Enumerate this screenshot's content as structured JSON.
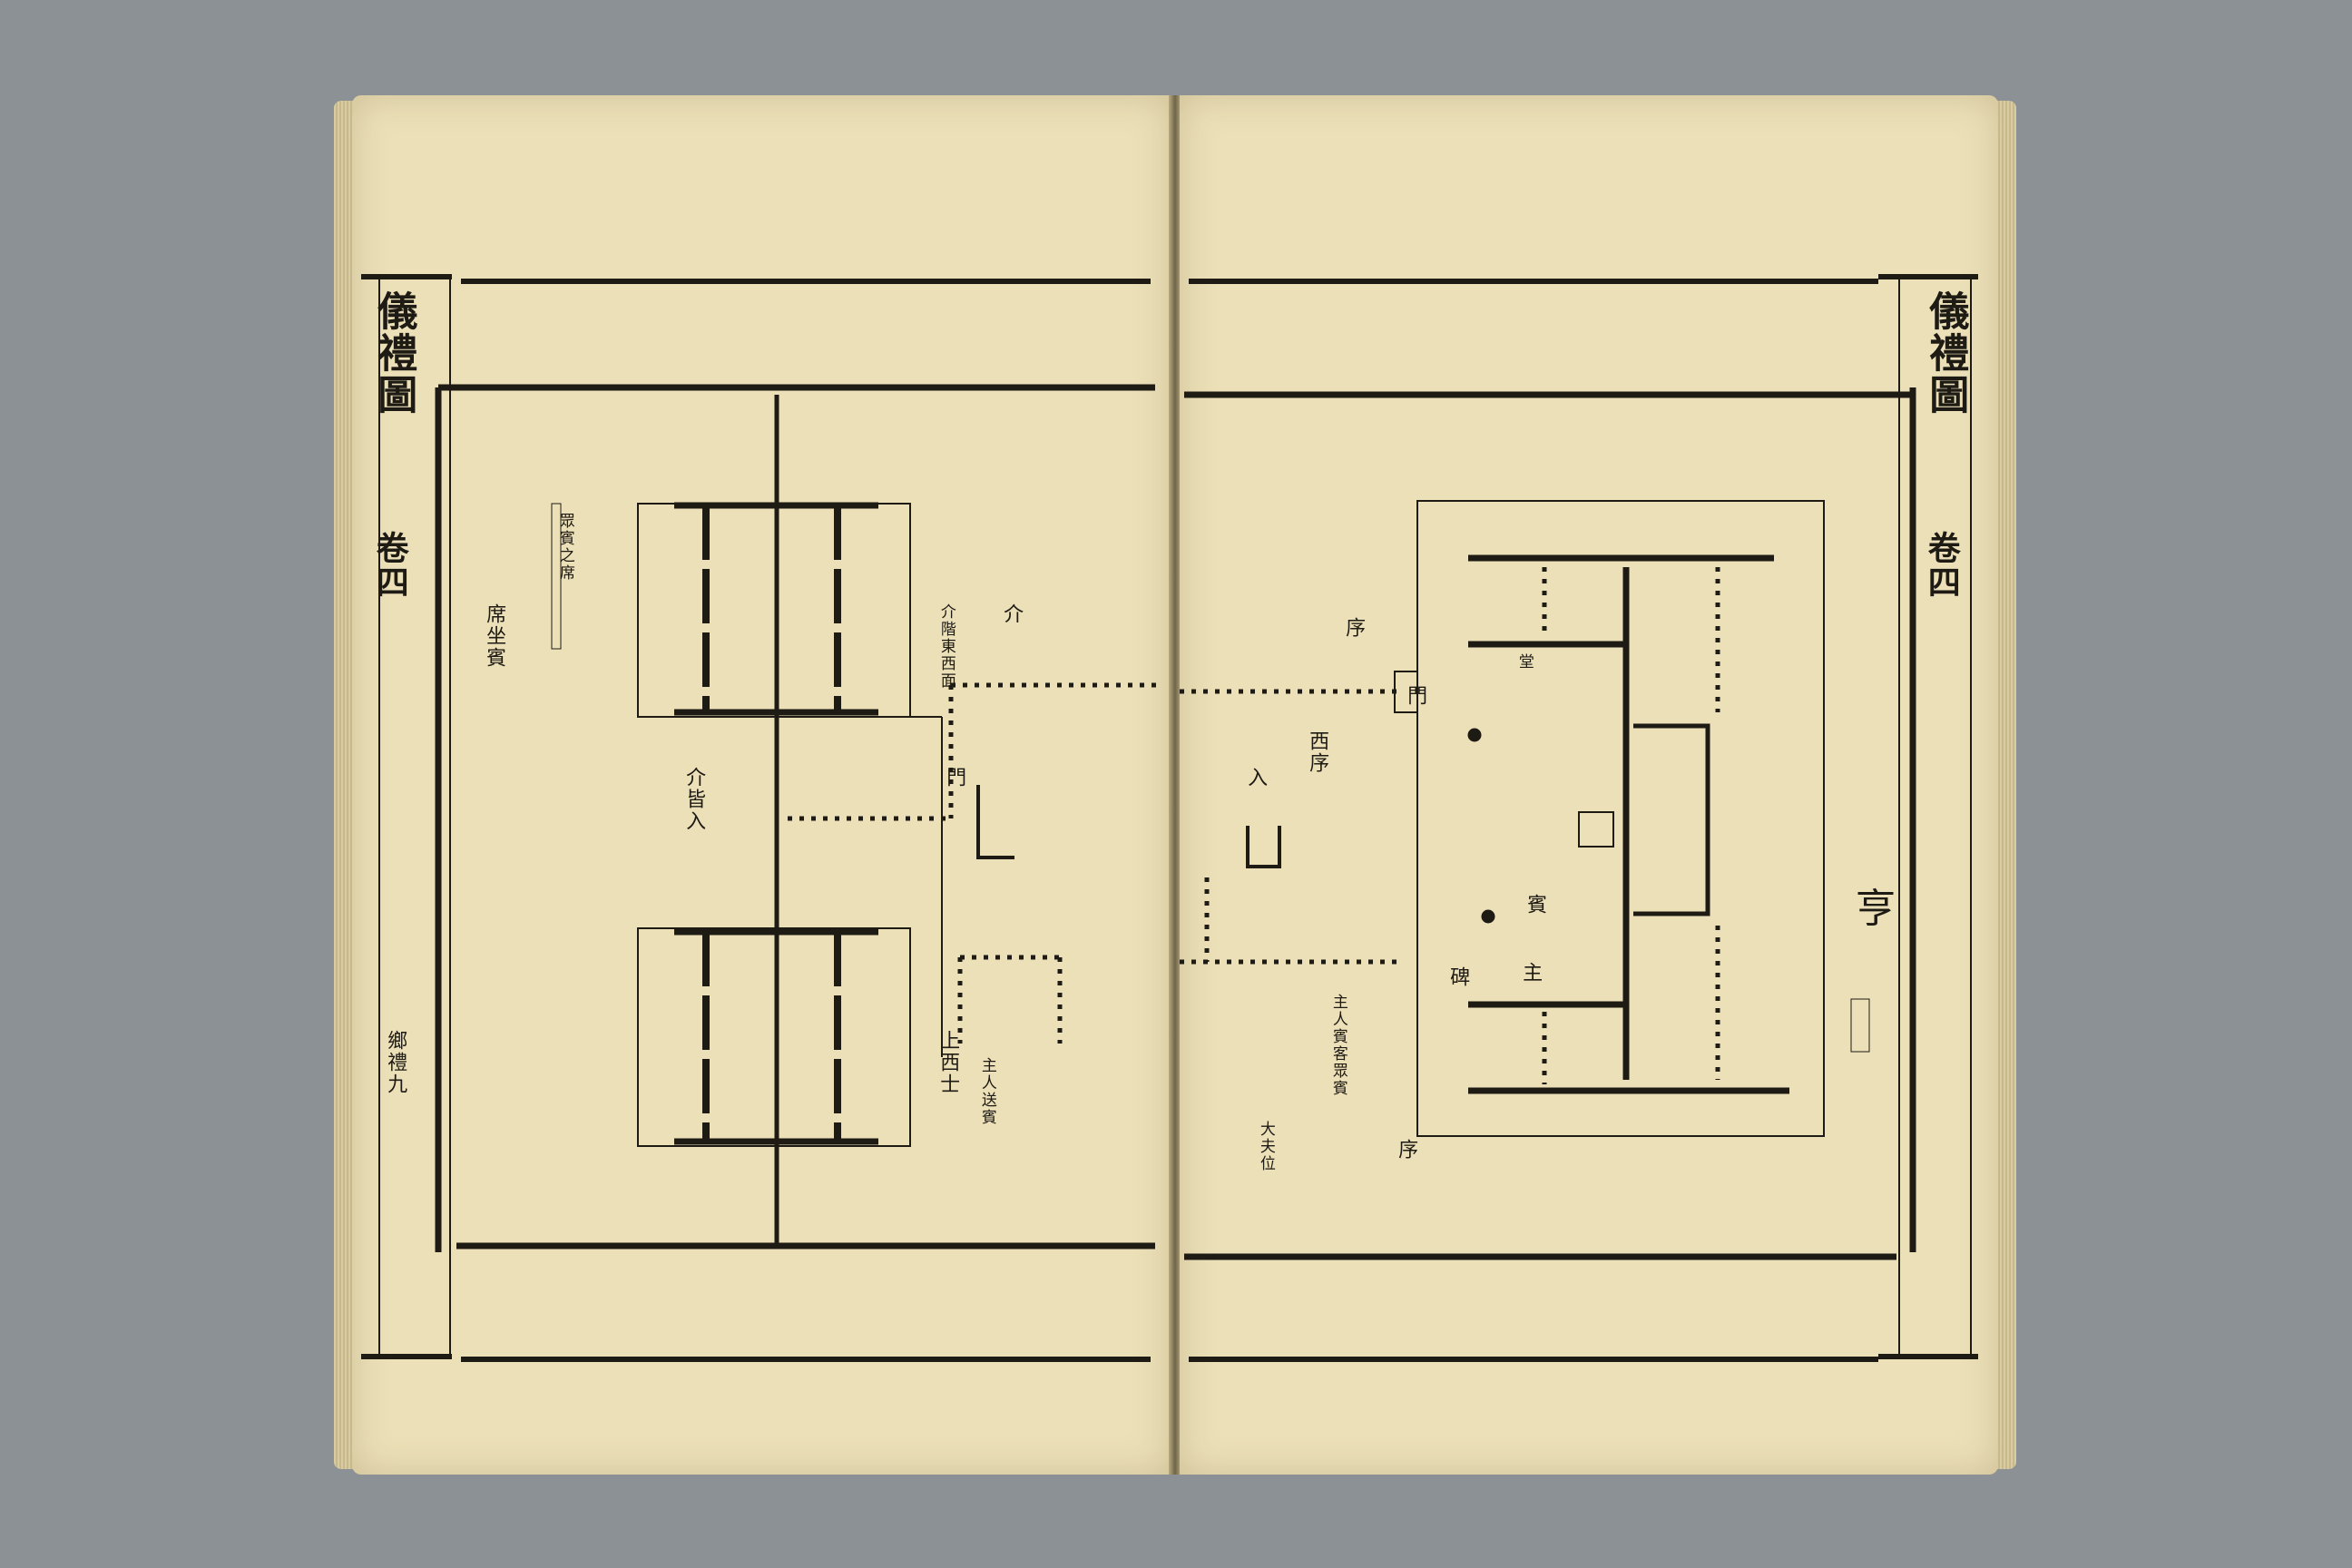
{
  "left_page": {
    "margin_title": "儀禮圖",
    "margin_chapter": "卷四",
    "folio": "鄉禮九",
    "labels": {
      "ne_note": "介階東西面",
      "east_pos": "介",
      "center_note": "介皆入",
      "west_notes": "眾賓之席",
      "upper_west": "席坐賓",
      "lower_note": "主人送賓",
      "south_west": "上西士",
      "tread": "門"
    }
  },
  "right_page": {
    "margin_title": "儀禮圖",
    "margin_chapter": "卷四",
    "side_char": "亨",
    "labels": {
      "west_wall": "西序",
      "north_room": "堂",
      "gate": "門",
      "entry": "入",
      "pos_a": "主",
      "pos_b": "賓",
      "south_note": "主人賓客眾賓",
      "corner_a": "序",
      "corner_b": "序",
      "outer_note": "大夫位",
      "stone": "碑"
    }
  }
}
